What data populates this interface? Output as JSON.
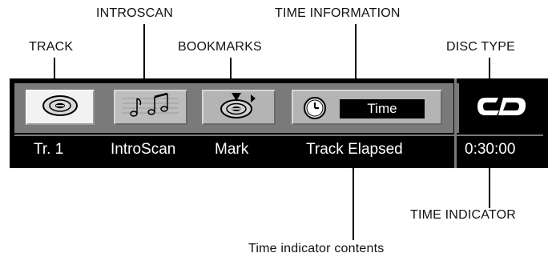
{
  "callouts": {
    "track": "TRACK",
    "introscan": "INTROSCAN",
    "bookmarks": "BOOKMARKS",
    "time_information": "TIME INFORMATION",
    "disc_type": "DISC TYPE",
    "time_indicator": "TIME INDICATOR",
    "time_indicator_contents": "Time indicator contents"
  },
  "panel": {
    "time_button_text": "Time",
    "disc_logo_text": "CD",
    "labels": {
      "track": "Tr. 1",
      "introscan": "IntroScan",
      "mark": "Mark",
      "track_elapsed": "Track Elapsed",
      "time": "0:30:00"
    }
  },
  "icons": {
    "track": "disc-icon",
    "introscan": "music-notes-icon",
    "bookmarks": "bookmark-disc-icon",
    "time_information": "clock-icon"
  },
  "colors": {
    "panel_bg": "#000000",
    "button_well": "#7a7a7a",
    "button_face": "#b4b4b4",
    "selected_button_face": "#f2f2f2"
  }
}
